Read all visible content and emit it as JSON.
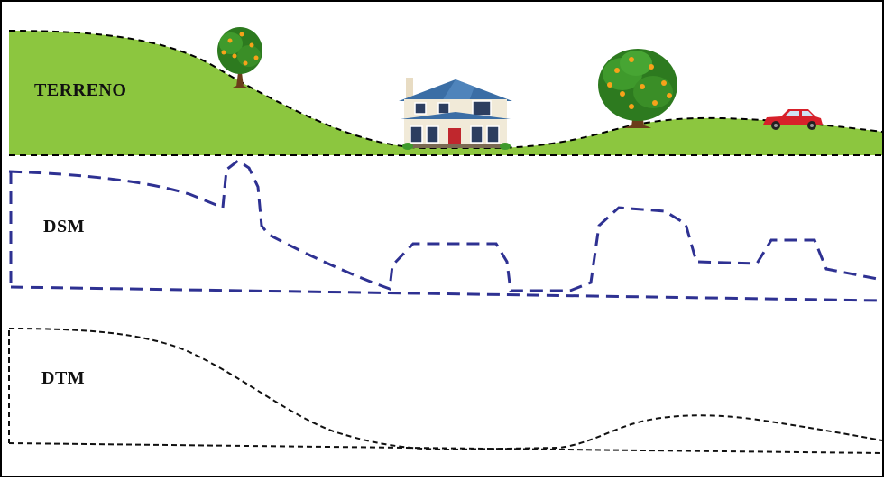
{
  "labels": {
    "terreno": "TERRENO",
    "dsm": "DSM",
    "dtm": "DTM"
  },
  "colors": {
    "ground": "#8cc63f",
    "dsm_line": "#2e3192",
    "dtm_line": "#111111",
    "outline": "#000000"
  },
  "icons": [
    "orange-tree-icon",
    "house-icon",
    "orange-tree-icon",
    "car-icon"
  ]
}
